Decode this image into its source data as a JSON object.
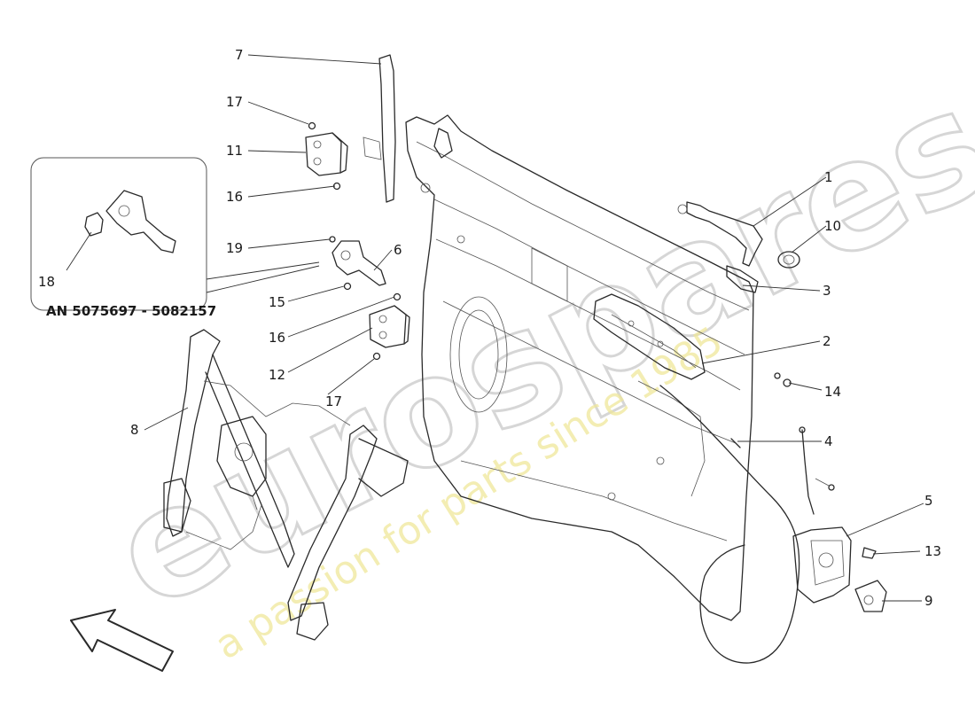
{
  "diagram": {
    "callouts": [
      {
        "id": "c1",
        "number": "1"
      },
      {
        "id": "c2",
        "number": "2"
      },
      {
        "id": "c3",
        "number": "3"
      },
      {
        "id": "c4",
        "number": "4"
      },
      {
        "id": "c5",
        "number": "5"
      },
      {
        "id": "c6",
        "number": "6"
      },
      {
        "id": "c7",
        "number": "7"
      },
      {
        "id": "c8",
        "number": "8"
      },
      {
        "id": "c9",
        "number": "9"
      },
      {
        "id": "c10",
        "number": "10"
      },
      {
        "id": "c11",
        "number": "11"
      },
      {
        "id": "c12",
        "number": "12"
      },
      {
        "id": "c13",
        "number": "13"
      },
      {
        "id": "c14",
        "number": "14"
      },
      {
        "id": "c15",
        "number": "15"
      },
      {
        "id": "c16a",
        "number": "16"
      },
      {
        "id": "c16b",
        "number": "16"
      },
      {
        "id": "c17a",
        "number": "17"
      },
      {
        "id": "c17b",
        "number": "17"
      },
      {
        "id": "c18",
        "number": "18"
      },
      {
        "id": "c19",
        "number": "19"
      }
    ],
    "inset": {
      "range_label": "AN 5075697 - 5082157"
    },
    "watermark": {
      "brand": "eurospares",
      "tagline": "a passion for parts since 1985"
    }
  }
}
